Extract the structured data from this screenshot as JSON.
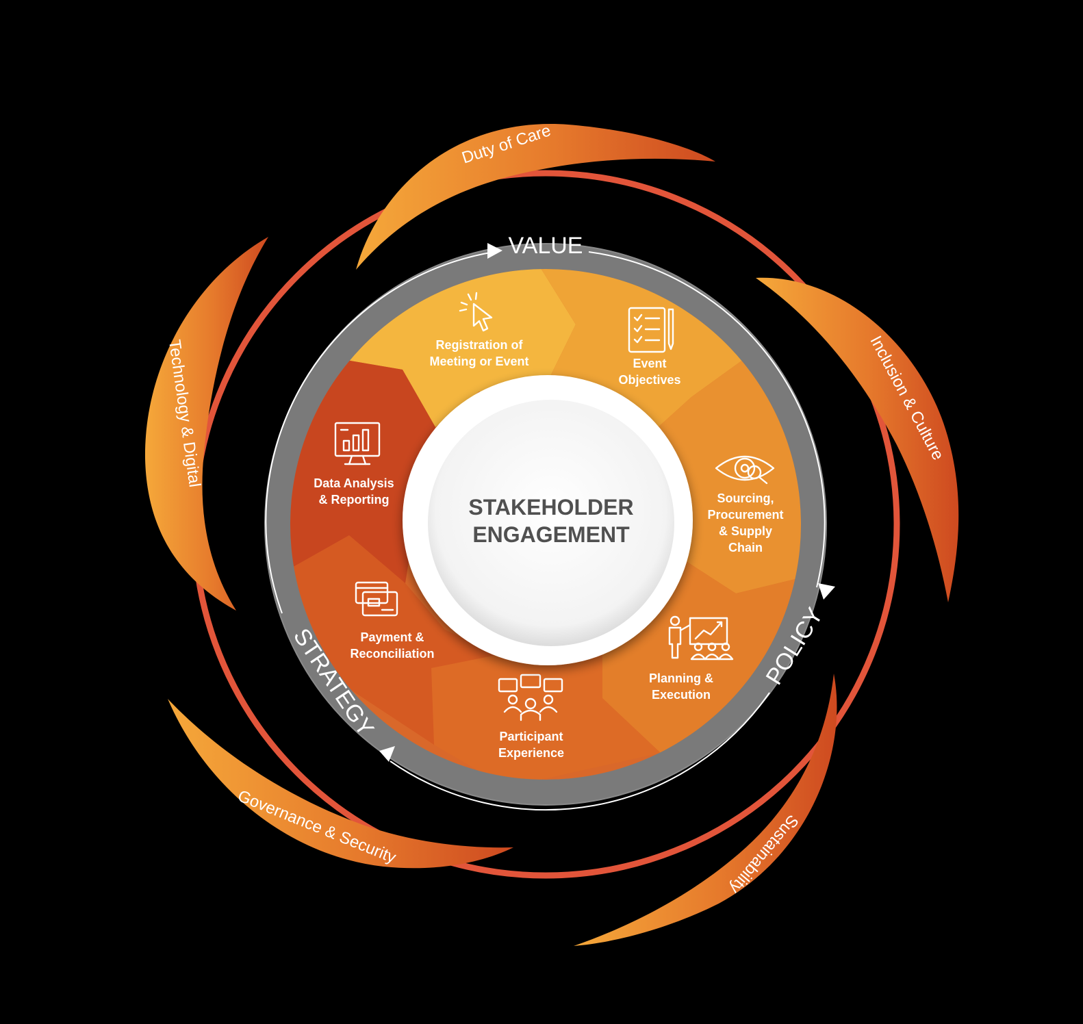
{
  "center": {
    "line1": "STAKEHOLDER",
    "line2": "ENGAGEMENT"
  },
  "ring": {
    "value": "VALUE",
    "policy": "POLICY",
    "strategy": "STRATEGY"
  },
  "segments": [
    {
      "lines": [
        "Registration of",
        "Meeting or Event"
      ],
      "icon": "cursor-click-icon"
    },
    {
      "lines": [
        "Event",
        "Objectives"
      ],
      "icon": "clipboard-checklist-icon"
    },
    {
      "lines": [
        "Sourcing,",
        "Procurement",
        "& Supply",
        "Chain"
      ],
      "icon": "eye-magnifier-icon"
    },
    {
      "lines": [
        "Planning &",
        "Execution"
      ],
      "icon": "presentation-chart-icon"
    },
    {
      "lines": [
        "Participant",
        "Experience"
      ],
      "icon": "group-chat-icon"
    },
    {
      "lines": [
        "Payment &",
        "Reconciliation"
      ],
      "icon": "credit-card-icon"
    },
    {
      "lines": [
        "Data Analysis",
        "& Reporting"
      ],
      "icon": "monitor-bar-chart-icon"
    }
  ],
  "outer": [
    {
      "label": "Duty of Care"
    },
    {
      "label": "Inclusion & Culture"
    },
    {
      "label": "Sustainability"
    },
    {
      "label": "Governance & Security"
    },
    {
      "label": "Technology & Digital"
    }
  ],
  "colors": {
    "background": "#000000",
    "outer_ring": "#E2553A",
    "gray_ring": "#7A7A7A",
    "segment_colors": [
      "#F4B63F",
      "#EFA436",
      "#E99130",
      "#E37E2A",
      "#DD6B26",
      "#D55A22",
      "#C8461F"
    ],
    "center_text": "#505050"
  }
}
